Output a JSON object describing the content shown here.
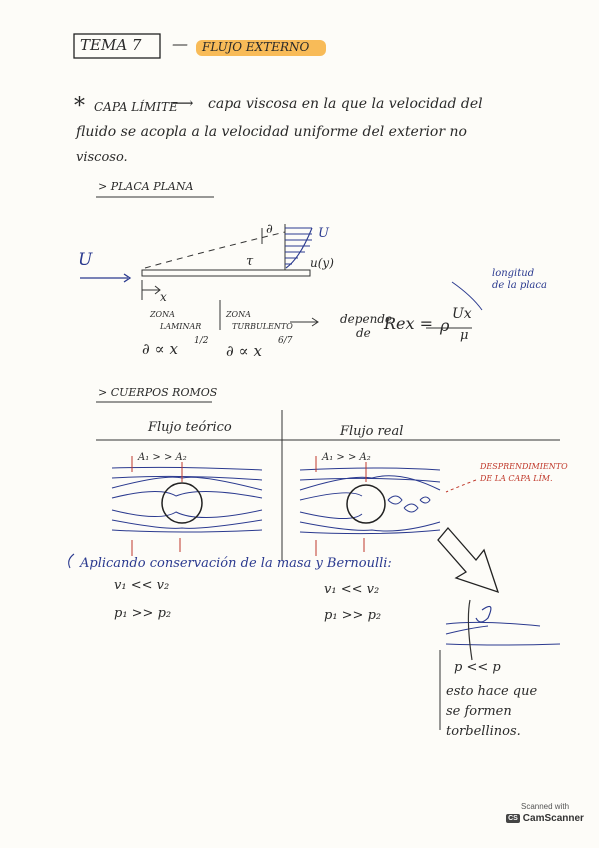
{
  "header": {
    "topic": "TEMA 7",
    "title": "FLUJO EXTERNO",
    "dash": "—"
  },
  "intro": {
    "bullet": "*",
    "lead": "CAPA LÍMITE",
    "line1": "capa viscosa en la que la velocidad del",
    "line2": "fluido se acopla a la velocidad uniforme del exterior no",
    "line3": "viscoso."
  },
  "flat_plate": {
    "heading": "> PLACA PLANA",
    "U_free": "U",
    "U_top": "U",
    "delta": "∂",
    "tau": "τ",
    "u_y": "u(y)",
    "x": "x",
    "zone_laminar": [
      "ZONA",
      "LAMINAR"
    ],
    "zone_turb": [
      "ZONA",
      "TURBULENTO"
    ],
    "depends": [
      "depende",
      "de"
    ],
    "reynolds_lhs": "Rex =",
    "reynolds_rho": "ρ",
    "reynolds_num": "Ux",
    "reynolds_den": "μ",
    "plate_note": [
      "longitud",
      "de la placa"
    ],
    "laminar_rel": "∂ ∝ x",
    "laminar_exp": "1/2",
    "turb_rel": "∂ ∝ x",
    "turb_exp": "6/7"
  },
  "blunt": {
    "heading": "> CUERPOS ROMOS",
    "theory": "Flujo teórico",
    "real": "Flujo real",
    "A_left": "A₁ > > A₂",
    "A_right": "A₁ > > A₂",
    "separation": [
      "DESPRENDIMIENTO",
      "DE LA CAPA LÍM."
    ]
  },
  "result": {
    "apply": "Aplicando conservación de la masa y Bernoulli:",
    "v_left": "v₁ << v₂",
    "p_left": "p₁ >> p₂",
    "v_right": "v₁ << v₂",
    "p_right": "p₁ >> p₂",
    "pp": "p << p",
    "note": [
      "esto hace que",
      "se formen",
      "torbellinos."
    ]
  },
  "scanner": {
    "line1": "Scanned with",
    "cs": "CS",
    "brand": "CamScanner"
  }
}
